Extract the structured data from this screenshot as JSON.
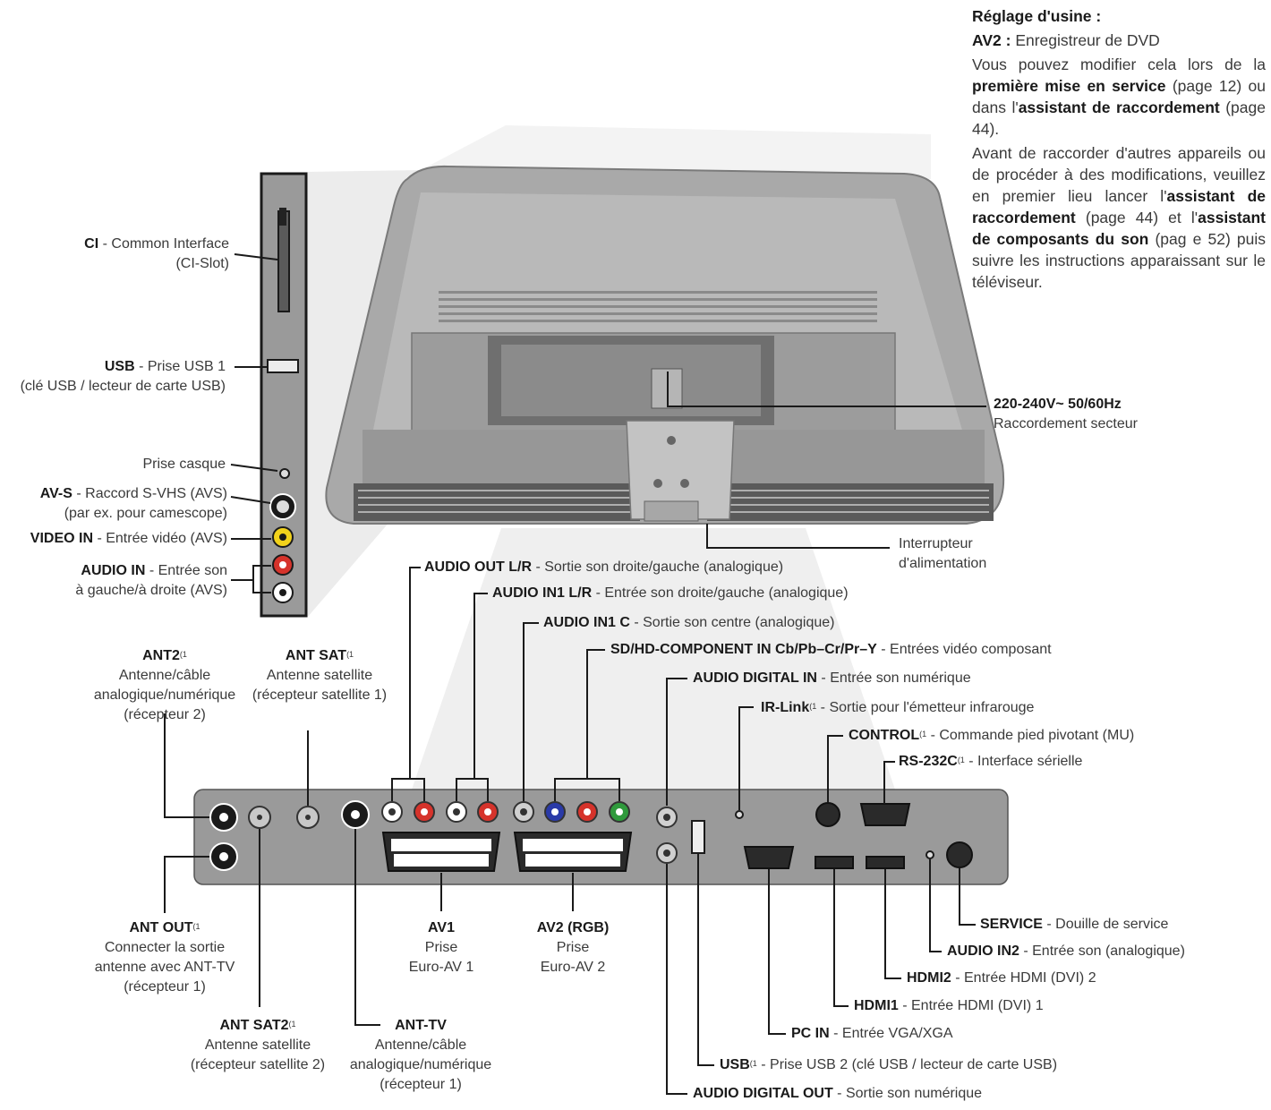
{
  "note": {
    "heading": "Réglage d'usine :",
    "av2_key": "AV2 :",
    "av2_value": "Enregistreur de DVD",
    "p1_a": "Vous pouvez modifier cela lors de la",
    "p1_b": "première mise en service",
    "p1_c": "(page 12) ou dans l'",
    "p1_d": "assistant de raccordement",
    "p1_e": "(page 44).",
    "p2_a": "Avant de raccorder d'autres appareils ou de procéder à des modifications, veuillez en premier lieu lancer l'",
    "p2_b": "assistant de raccordement",
    "p2_c": "(page 44) et l'",
    "p2_d": "assistant de composants du son",
    "p2_e": "(pag e 52) puis suivre les instructions apparaissant sur le téléviseur."
  },
  "side_panel": {
    "ci": {
      "name": "CI",
      "desc1": " - Common Interface",
      "desc2": "(CI-Slot)"
    },
    "usb1": {
      "name": "USB",
      "desc1": " - Prise USB 1",
      "desc2": "(clé USB / lecteur de carte USB)"
    },
    "headphone": {
      "desc": "Prise casque"
    },
    "avs": {
      "name": "AV-S",
      "desc1": " - Raccord S-VHS (AVS)",
      "desc2": "(par ex. pour camescope)"
    },
    "video_in": {
      "name": "VIDEO IN",
      "desc": " - Entrée vidéo (AVS)"
    },
    "audio_in": {
      "name": "AUDIO IN",
      "desc1": " - Entrée son",
      "desc2": "à gauche/à droite (AVS)"
    }
  },
  "power": {
    "voltage": "220-240V~ 50/60Hz",
    "desc": "Raccordement secteur",
    "switch1": "Interrupteur",
    "switch2": "d'alimentation"
  },
  "top_labels": {
    "audio_out": {
      "name": "AUDIO OUT L/R",
      "desc": " - Sortie son droite/gauche (analogique)"
    },
    "audio_in1_lr": {
      "name": "AUDIO IN1 L/R",
      "desc": " - Entrée son droite/gauche (analogique)"
    },
    "audio_in1_c": {
      "name": "AUDIO IN1 C",
      "desc": " - Sortie son centre (analogique)"
    },
    "component": {
      "name": "SD/HD-COMPONENT IN Cb/Pb–Cr/Pr–Y",
      "desc": " - Entrées vidéo composant"
    },
    "audio_digital_in": {
      "name": "AUDIO DIGITAL IN",
      "desc": " - Entrée son numérique"
    },
    "irlink": {
      "name": "IR-Link",
      "desc": " - Sortie pour l'émetteur infrarouge"
    },
    "control": {
      "name": "CONTROL",
      "desc": " - Commande pied pivotant (MU)"
    },
    "rs232": {
      "name": "RS-232C",
      "desc": " - Interface sérielle"
    },
    "footnote": "(1"
  },
  "antennas": {
    "ant2": {
      "name": "ANT2",
      "l1": "Antenne/câble",
      "l2": "analogique/numérique",
      "l3": "(récepteur 2)"
    },
    "antsat": {
      "name": "ANT SAT",
      "l1": "Antenne satellite",
      "l2": "(récepteur satellite 1)"
    },
    "antout": {
      "name": "ANT OUT",
      "l1": "Connecter la sortie",
      "l2": "antenne avec ANT-TV",
      "l3": "(récepteur 1)"
    },
    "antsat2": {
      "name": "ANT SAT2",
      "l1": "Antenne satellite",
      "l2": "(récepteur satellite 2)"
    },
    "anttv": {
      "name": "ANT-TV",
      "l1": "Antenne/câble",
      "l2": "analogique/numérique",
      "l3": "(récepteur 1)"
    }
  },
  "scarts": {
    "av1": {
      "name": "AV1",
      "l1": "Prise",
      "l2": "Euro-AV 1"
    },
    "av2": {
      "name": "AV2 (RGB)",
      "l1": "Prise",
      "l2": "Euro-AV 2"
    }
  },
  "bottom_labels": {
    "service": {
      "name": "SERVICE",
      "desc": " - Douille de service"
    },
    "audio_in2": {
      "name": "AUDIO IN2",
      "desc": " - Entrée son (analogique)"
    },
    "hdmi2": {
      "name": "HDMI2",
      "desc": " - Entrée HDMI (DVI) 2"
    },
    "hdmi1": {
      "name": "HDMI1",
      "desc": " - Entrée HDMI (DVI) 1"
    },
    "pcin": {
      "name": "PC IN",
      "desc": " - Entrée VGA/XGA"
    },
    "usb2": {
      "name": "USB",
      "desc": " - Prise USB 2 (clé USB / lecteur de carte USB)"
    },
    "audio_digital_out": {
      "name": "AUDIO DIGITAL OUT",
      "desc": " - Sortie son numérique"
    }
  },
  "colors": {
    "panel": "#9a9a9a",
    "red": "#d6332b",
    "yellow": "#f2d21b",
    "blue": "#2a3aa8",
    "green": "#2f9a3c",
    "line": "#1a1a1a"
  }
}
